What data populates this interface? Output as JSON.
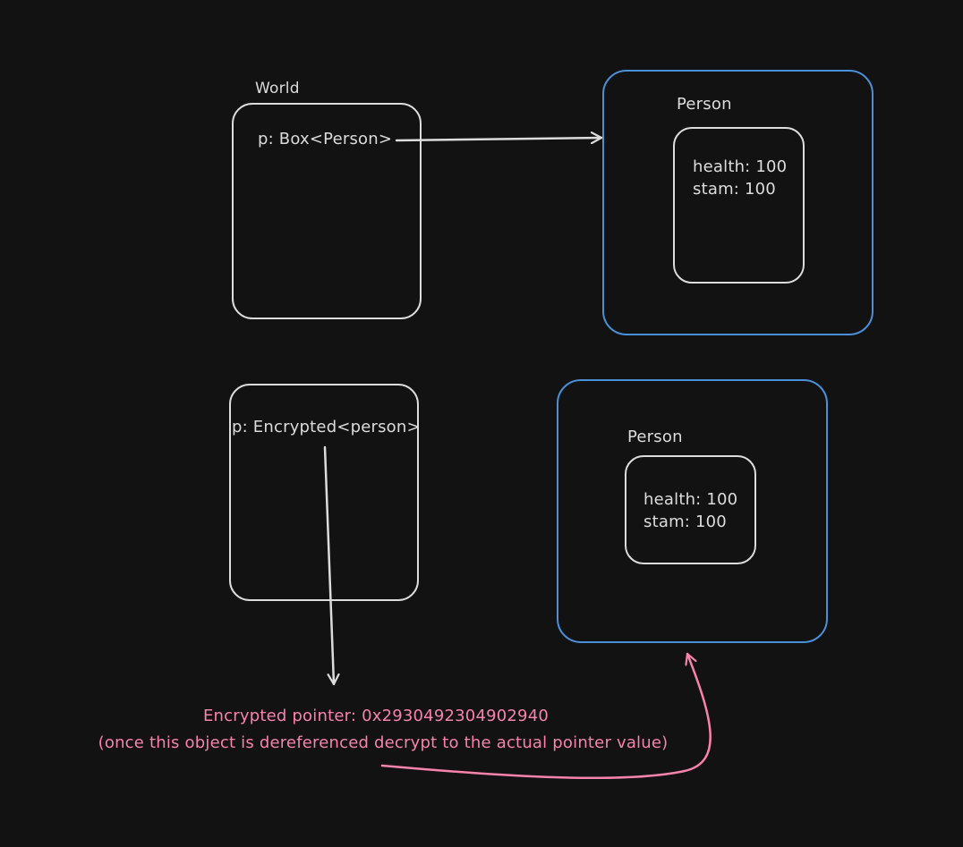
{
  "colors": {
    "background": "#121212",
    "stroke_default": "#dcdcdc",
    "stroke_person": "#4a90d9",
    "annotation": "#f783ac"
  },
  "world": {
    "title": "World",
    "field": "p: Box<Person>"
  },
  "person_top": {
    "title": "Person",
    "health": "health: 100",
    "stam": "stam: 100"
  },
  "encrypted_box": {
    "field": "p: Encrypted<person>"
  },
  "person_bottom": {
    "title": "Person",
    "health": "health: 100",
    "stam": "stam: 100"
  },
  "annotation": {
    "line1": "Encrypted pointer: 0x2930492304902940",
    "line2": "(once this object is dereferenced decrypt to the actual pointer value)"
  }
}
